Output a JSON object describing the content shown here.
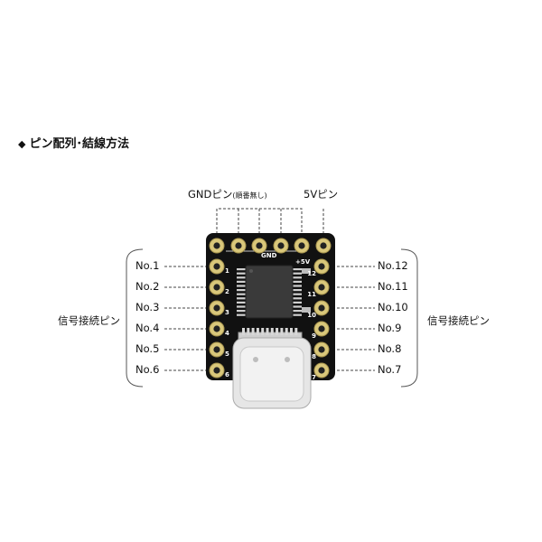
{
  "title": {
    "bullet": "◆",
    "text": "ピン配列･結線方法"
  },
  "top_labels": {
    "gnd": "GNDピン",
    "gnd_note": "(順番無し)",
    "v5": "5Vピン"
  },
  "side_labels": {
    "left": "信号接続ピン",
    "right": "信号接続ピン"
  },
  "left_pins": [
    "No.1",
    "No.2",
    "No.3",
    "No.4",
    "No.5",
    "No.6"
  ],
  "right_pins": [
    "No.12",
    "No.11",
    "No.10",
    "No.9",
    "No.8",
    "No.7"
  ],
  "silkscreen": {
    "gnd": "GND",
    "v5": "+5V",
    "left_numbers": [
      "1",
      "2",
      "3",
      "4",
      "5",
      "6"
    ],
    "right_numbers": [
      "12",
      "11",
      "10",
      "9",
      "8",
      "7"
    ]
  },
  "colors": {
    "board": "#111111",
    "pad": "#d9c77a",
    "chip": "#3a3a3a",
    "connector": "#e4e4e4",
    "leader": "#444444"
  }
}
